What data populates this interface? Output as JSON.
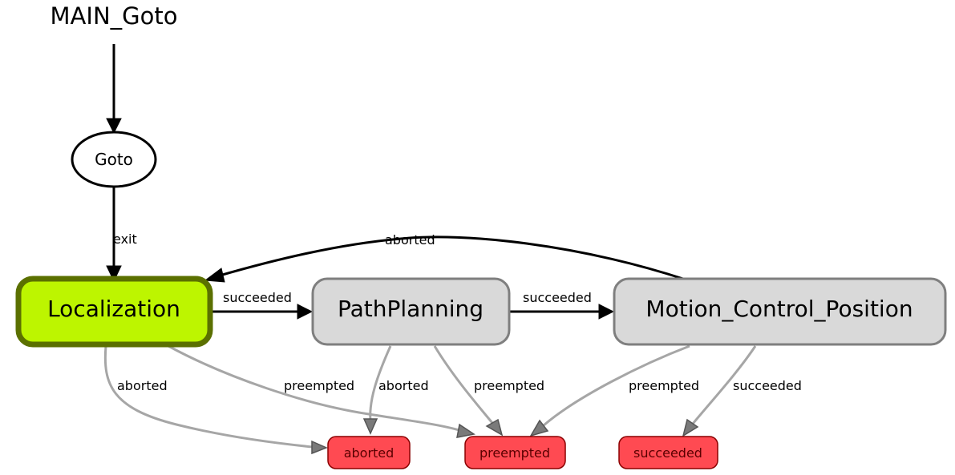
{
  "diagram": {
    "title": "MAIN_Goto",
    "nodes": {
      "goto": {
        "label": "Goto"
      },
      "localization": {
        "label": "Localization",
        "fill": "#bdf500",
        "stroke": "#5b7000"
      },
      "path_planning": {
        "label": "PathPlanning",
        "fill": "#d9d9d9",
        "stroke": "#7f7f7f"
      },
      "motion_control": {
        "label": "Motion_Control_Position",
        "fill": "#d9d9d9",
        "stroke": "#7f7f7f"
      }
    },
    "outcomes": {
      "aborted": {
        "label": "aborted",
        "fill": "#ff4a52",
        "stroke": "#8b0000"
      },
      "preempted": {
        "label": "preempted",
        "fill": "#ff4a52",
        "stroke": "#8b0000"
      },
      "succeeded": {
        "label": "succeeded",
        "fill": "#ff4a52",
        "stroke": "#8b0000"
      }
    },
    "edges": {
      "goto_exit": "exit",
      "loc_succeeded": "succeeded",
      "pp_succeeded": "succeeded",
      "mc_aborted_loop": "aborted",
      "loc_aborted": "aborted",
      "loc_preempted": "preempted",
      "pp_aborted": "aborted",
      "pp_preempted": "preempted",
      "mc_preempted": "preempted",
      "mc_succeeded": "succeeded"
    }
  }
}
